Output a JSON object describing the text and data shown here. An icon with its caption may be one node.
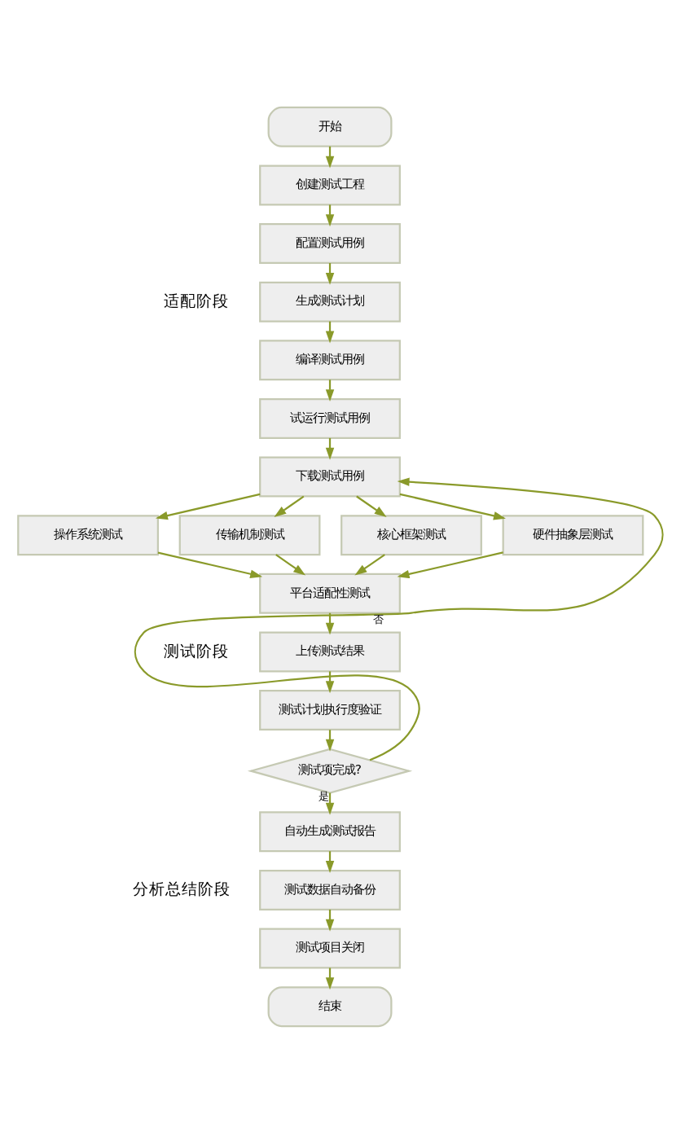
{
  "diagram": {
    "nodes": [
      {
        "text": [
          "开始"
        ]
      },
      {
        "text": [
          "创建测试工程"
        ]
      },
      {
        "text": [
          "配置测试用例"
        ]
      },
      {
        "text": [
          "生成测试计划"
        ]
      },
      {
        "text": [
          "编译测试用例"
        ]
      },
      {
        "text": [
          "试运行测试用例"
        ]
      },
      {
        "text": [
          "下载测试用例"
        ]
      },
      {
        "text": [
          "操作系统测试"
        ]
      },
      {
        "text": [
          "传输机制测试"
        ]
      },
      {
        "text": [
          "核心框架测试"
        ]
      },
      {
        "text": [
          "硬件抽象层测试"
        ]
      },
      {
        "text": [
          "平台适配性测试"
        ]
      },
      {
        "text": [
          "上传测试结果"
        ]
      },
      {
        "text": [
          "测试计划执行度验证"
        ]
      },
      {
        "text": [
          "测试项完成?"
        ]
      },
      {
        "text": [
          "自动生成测试报告"
        ]
      },
      {
        "text": [
          "测试数据自动备份"
        ]
      },
      {
        "text": [
          "测试项目关闭"
        ]
      },
      {
        "text": [
          "结束"
        ]
      }
    ],
    "edges": [
      {
        "from": 0,
        "to": 1,
        "arrow": "to"
      },
      {
        "from": 1,
        "to": 2,
        "arrow": "to"
      },
      {
        "from": 2,
        "to": 3,
        "arrow": "to"
      },
      {
        "from": 3,
        "to": 4,
        "arrow": "to"
      },
      {
        "from": 4,
        "to": 5,
        "arrow": "to"
      },
      {
        "from": 5,
        "to": 6,
        "arrow": "to"
      },
      {
        "from": 6,
        "to": 7,
        "arrow": "to"
      },
      {
        "from": 6,
        "to": 8,
        "arrow": "to"
      },
      {
        "from": 6,
        "to": 9,
        "arrow": "to"
      },
      {
        "from": 6,
        "to": 10,
        "arrow": "to"
      },
      {
        "from": 7,
        "to": 11,
        "arrow": "to"
      },
      {
        "from": 8,
        "to": 11,
        "arrow": "to"
      },
      {
        "from": 9,
        "to": 11,
        "arrow": "to"
      },
      {
        "from": 10,
        "to": 11,
        "arrow": "to"
      },
      {
        "from": 11,
        "to": 12,
        "arrow": "to"
      },
      {
        "from": 12,
        "to": 13,
        "arrow": "to"
      },
      {
        "from": 13,
        "to": 14,
        "arrow": "to"
      },
      {
        "from": 14,
        "to": 6,
        "label": "否",
        "arrow": "to"
      },
      {
        "from": 14,
        "to": 15,
        "label": "是",
        "arrow": "to"
      },
      {
        "from": 15,
        "to": 16,
        "arrow": "to"
      },
      {
        "from": 16,
        "to": 17,
        "arrow": "to"
      },
      {
        "from": 17,
        "to": 18,
        "arrow": "to"
      }
    ],
    "labels": [
      "适配阶段",
      "测试阶段",
      "分析总结阶段"
    ]
  }
}
